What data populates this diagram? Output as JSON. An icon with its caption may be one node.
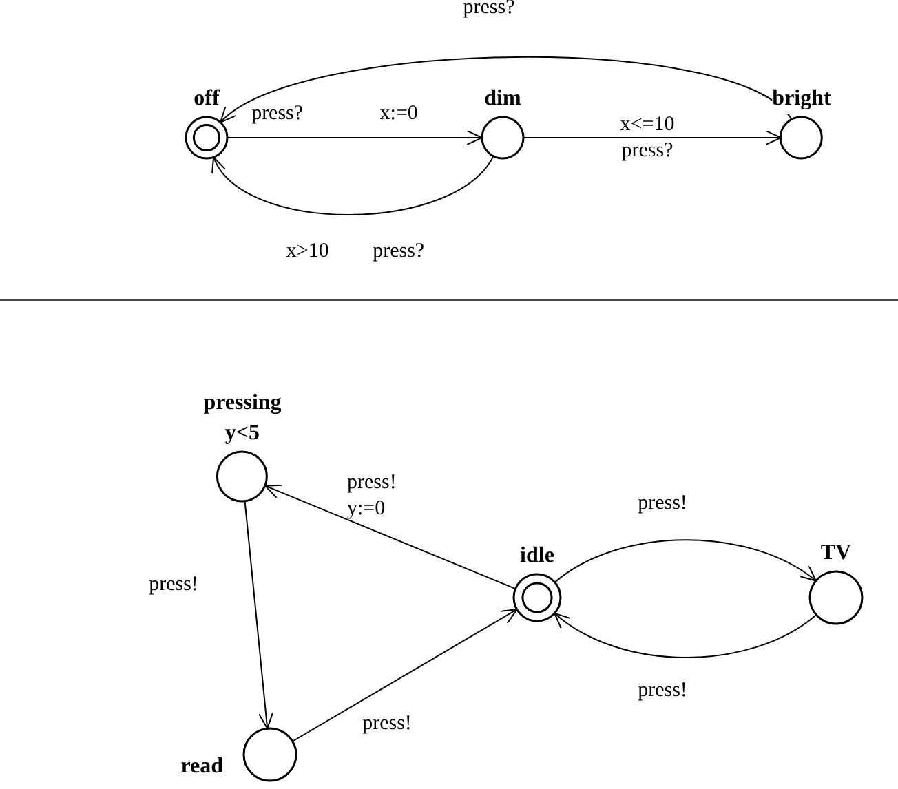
{
  "diagram": {
    "nodes": [
      {
        "text": [
          "off"
        ]
      },
      {
        "text": [
          "dim"
        ]
      },
      {
        "text": [
          "bright"
        ]
      },
      {
        "text": [
          "pressing",
          "y<5"
        ]
      },
      {
        "text": [
          "read"
        ]
      },
      {
        "text": [
          "idle"
        ]
      },
      {
        "text": [
          "TV"
        ]
      }
    ],
    "edges": [
      {
        "from": 2,
        "to": 0,
        "arrow": "to",
        "label": "press?"
      },
      {
        "from": 0,
        "to": 1,
        "arrow": "to",
        "label": "press? x:=0"
      },
      {
        "from": 1,
        "to": 2,
        "arrow": "to",
        "label": "x<=10 press?"
      },
      {
        "from": 1,
        "to": 0,
        "arrow": "to",
        "label": "x>10 press?"
      },
      {
        "from": 5,
        "to": 3,
        "arrow": "to",
        "label": "press! y:=0"
      },
      {
        "from": 3,
        "to": 4,
        "arrow": "to",
        "label": "press!"
      },
      {
        "from": 4,
        "to": 5,
        "arrow": "to",
        "label": "press!"
      },
      {
        "from": 5,
        "to": 6,
        "arrow": "to",
        "label": "press!"
      },
      {
        "from": 6,
        "to": 5,
        "arrow": "to",
        "label": "press!"
      }
    ]
  }
}
